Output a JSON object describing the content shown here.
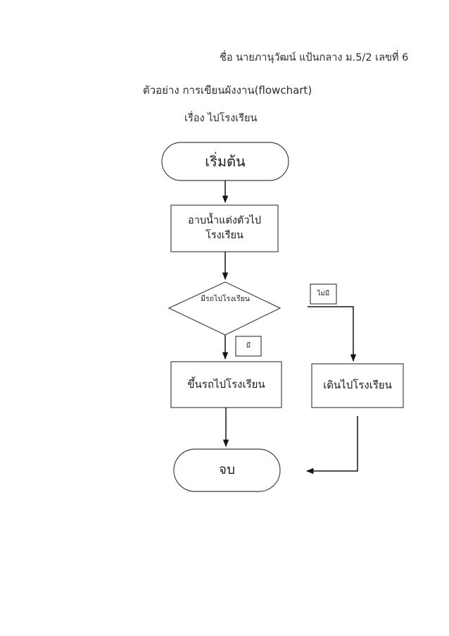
{
  "document": {
    "header": {
      "student_line": "ชื่อ นายภานุวัฒน์ แป้นกลาง ม.5/2 เลขที่ 6",
      "example_line": "ตัวอย่าง การเขียนผังงาน(flowchart)",
      "topic_line": "เรื่อง ไปโรงเรียน"
    },
    "colors": {
      "page_background": "#ffffff",
      "shape_fill": "#ffffff",
      "shape_outline": "#3c3c3c",
      "connector": "#141414",
      "text": "#1c1c1c"
    }
  },
  "chart_data": {
    "type": "flowchart",
    "title": "เรื่อง ไปโรงเรียน",
    "orientation": "top-to-bottom",
    "nodes": [
      {
        "id": "start",
        "shape": "terminal",
        "label": "เริ่มต้น"
      },
      {
        "id": "wash",
        "shape": "process",
        "label_line1": "อาบน้ำแต่งตัวไป",
        "label_line2": "โรงเรียน"
      },
      {
        "id": "decision",
        "shape": "decision",
        "label": "มีรถไปโรงเรียน"
      },
      {
        "id": "yes_tag",
        "shape": "label-box",
        "label": "มี"
      },
      {
        "id": "no_tag",
        "shape": "label-box",
        "label": "ไม่มี"
      },
      {
        "id": "bus",
        "shape": "process",
        "label": "ขึ้นรถไปโรงเรียน"
      },
      {
        "id": "walk",
        "shape": "process",
        "label": "เดินไปโรงเรียน"
      },
      {
        "id": "end",
        "shape": "terminal",
        "label": "จบ"
      }
    ],
    "edges": [
      {
        "from": "start",
        "to": "wash",
        "label": ""
      },
      {
        "from": "wash",
        "to": "decision",
        "label": ""
      },
      {
        "from": "decision",
        "to": "bus",
        "label": "มี"
      },
      {
        "from": "decision",
        "to": "walk",
        "label": "ไม่มี"
      },
      {
        "from": "bus",
        "to": "end",
        "label": ""
      },
      {
        "from": "walk",
        "to": "end",
        "label": ""
      }
    ]
  }
}
